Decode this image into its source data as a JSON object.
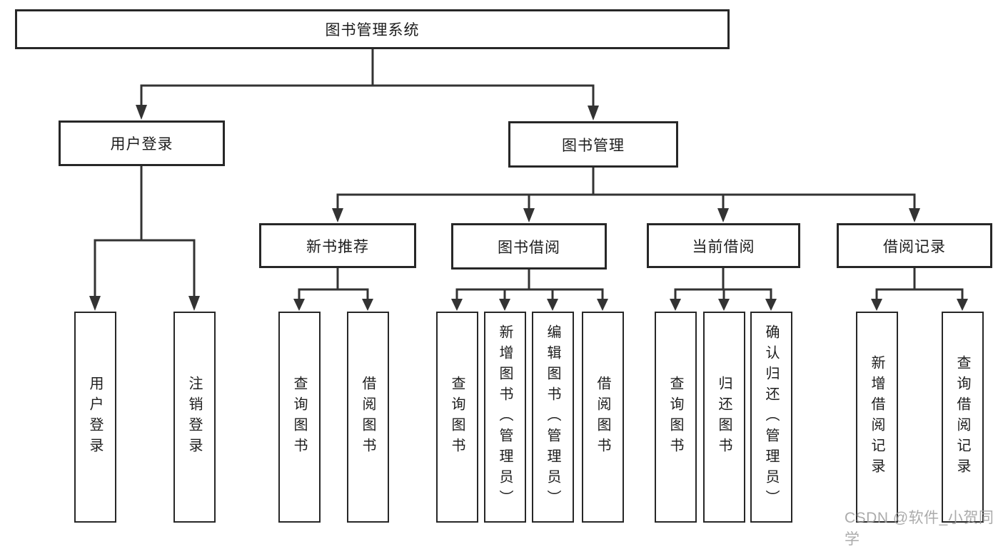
{
  "diagram_type": "hierarchy",
  "colors": {
    "line": "#333333",
    "box_border": "#272727",
    "text": "#1d1d1d",
    "watermark": "#9c9c9c",
    "background": "#ffffff"
  },
  "tree": {
    "label": "图书管理系统",
    "children": [
      {
        "label": "用户登录",
        "children": [
          {
            "label": "用户登录"
          },
          {
            "label": "注销登录"
          }
        ]
      },
      {
        "label": "图书管理",
        "children": [
          {
            "label": "新书推荐",
            "children": [
              {
                "label": "查询图书"
              },
              {
                "label": "借阅图书"
              }
            ]
          },
          {
            "label": "图书借阅",
            "children": [
              {
                "label": "查询图书"
              },
              {
                "label": "新增图书（管理员）"
              },
              {
                "label": "编辑图书（管理员）"
              },
              {
                "label": "借阅图书"
              }
            ]
          },
          {
            "label": "当前借阅",
            "children": [
              {
                "label": "查询图书"
              },
              {
                "label": "归还图书"
              },
              {
                "label": "确认归还（管理员）"
              }
            ]
          },
          {
            "label": "借阅记录",
            "children": [
              {
                "label": "新增借阅记录"
              },
              {
                "label": "查询借阅记录"
              }
            ]
          }
        ]
      }
    ]
  },
  "watermark": {
    "text": "CSDN @软件_小贺同学"
  }
}
